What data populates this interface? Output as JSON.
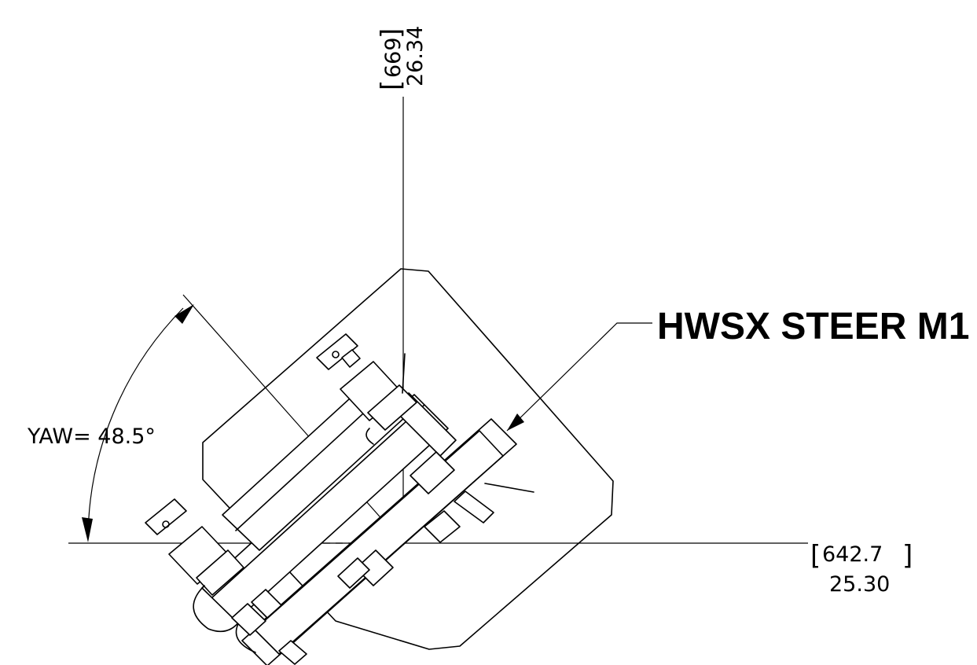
{
  "callout": {
    "label": "HWSX STEER M1"
  },
  "angle_dimension": {
    "label": "YAW= 48.5°"
  },
  "vertical_dimension": {
    "metric": "669",
    "imperial": "26.34"
  },
  "horizontal_dimension": {
    "metric": "642.7",
    "imperial": "25.30"
  }
}
